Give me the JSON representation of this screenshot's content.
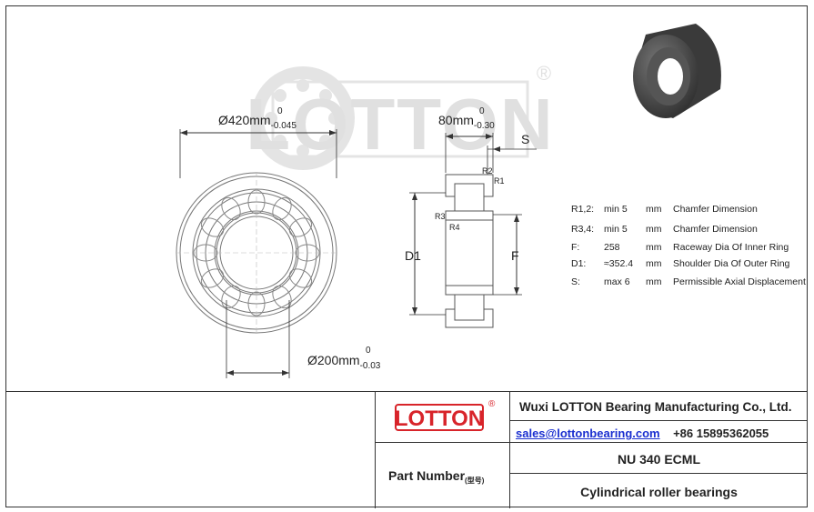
{
  "drawing": {
    "outer_diameter": {
      "label": "Ø420mm",
      "tol_upper": "0",
      "tol_lower": "-0.045"
    },
    "width": {
      "label": "80mm",
      "tol_upper": "0",
      "tol_lower": "-0.30"
    },
    "bore": {
      "label": "Ø200mm",
      "tol_upper": "0",
      "tol_lower": "-0.03"
    },
    "axial_label": "S",
    "d1_label": "D1",
    "f_label": "F",
    "r1_label": "R1",
    "r2_label": "R2",
    "r3_label": "R3",
    "r4_label": "R4"
  },
  "watermark": {
    "text": "LOTTON",
    "registered": "®"
  },
  "specs": [
    {
      "symbol": "R1,2:",
      "value": "min 5",
      "unit": "mm",
      "description": "Chamfer Dimension"
    },
    {
      "symbol": "R3,4:",
      "value": "min 5",
      "unit": "mm",
      "description": "Chamfer Dimension"
    },
    {
      "symbol": "F:",
      "value": "258",
      "unit": "mm",
      "description": "Raceway Dia Of Inner Ring"
    },
    {
      "symbol": "D1:",
      "value": "≈352.4",
      "unit": "mm",
      "description": "Shoulder Dia Of Outer Ring"
    },
    {
      "symbol": "S:",
      "value": "max 6",
      "unit": "mm",
      "description": "Permissible Axial Displacement"
    }
  ],
  "title_block": {
    "logo_text": "LOTTON",
    "logo_registered": "®",
    "company": "Wuxi LOTTON Bearing Manufacturing Co., Ltd.",
    "email": "sales@lottonbearing.com",
    "phone": "+86 15895362055",
    "part_number_label": "Part Number",
    "part_number_sub": "(型号)",
    "part_number": "NU 340 ECML",
    "bearing_type": "Cylindrical roller bearings"
  },
  "colors": {
    "brand_red": "#d8242a",
    "link_blue": "#1a2fd0"
  }
}
